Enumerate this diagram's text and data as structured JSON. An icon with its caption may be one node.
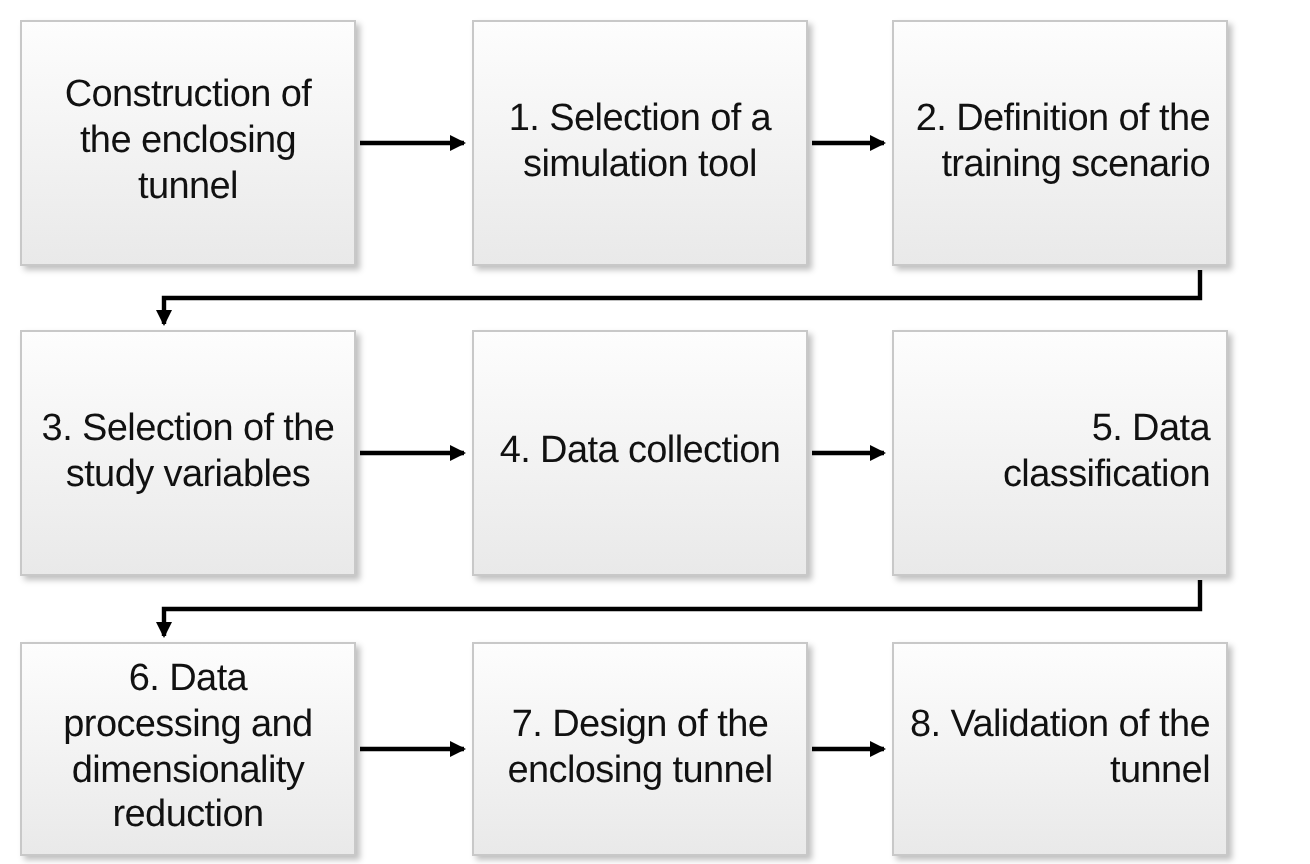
{
  "diagram": {
    "nodes": [
      {
        "text": [
          "Construction of the enclosing tunnel"
        ]
      },
      {
        "text": [
          "1. Selection of a simulation tool"
        ]
      },
      {
        "text": [
          "2. Definition of the training scenario"
        ]
      },
      {
        "text": [
          "3. Selection of the study variables"
        ]
      },
      {
        "text": [
          "4. Data collection"
        ]
      },
      {
        "text": [
          "5. Data classification"
        ]
      },
      {
        "text": [
          "6. Data processing and dimensionality reduction"
        ]
      },
      {
        "text": [
          "7. Design of the enclosing tunnel"
        ]
      },
      {
        "text": [
          "8. Validation of the tunnel"
        ]
      }
    ],
    "edges": [
      {
        "from": 0,
        "to": 1,
        "arrow": "to"
      },
      {
        "from": 1,
        "to": 2,
        "arrow": "to"
      },
      {
        "from": 2,
        "to": 3,
        "arrow": "to"
      },
      {
        "from": 3,
        "to": 4,
        "arrow": "to"
      },
      {
        "from": 4,
        "to": 5,
        "arrow": "to"
      },
      {
        "from": 5,
        "to": 6,
        "arrow": "to"
      },
      {
        "from": 6,
        "to": 7,
        "arrow": "to"
      },
      {
        "from": 7,
        "to": 8,
        "arrow": "to"
      }
    ]
  }
}
